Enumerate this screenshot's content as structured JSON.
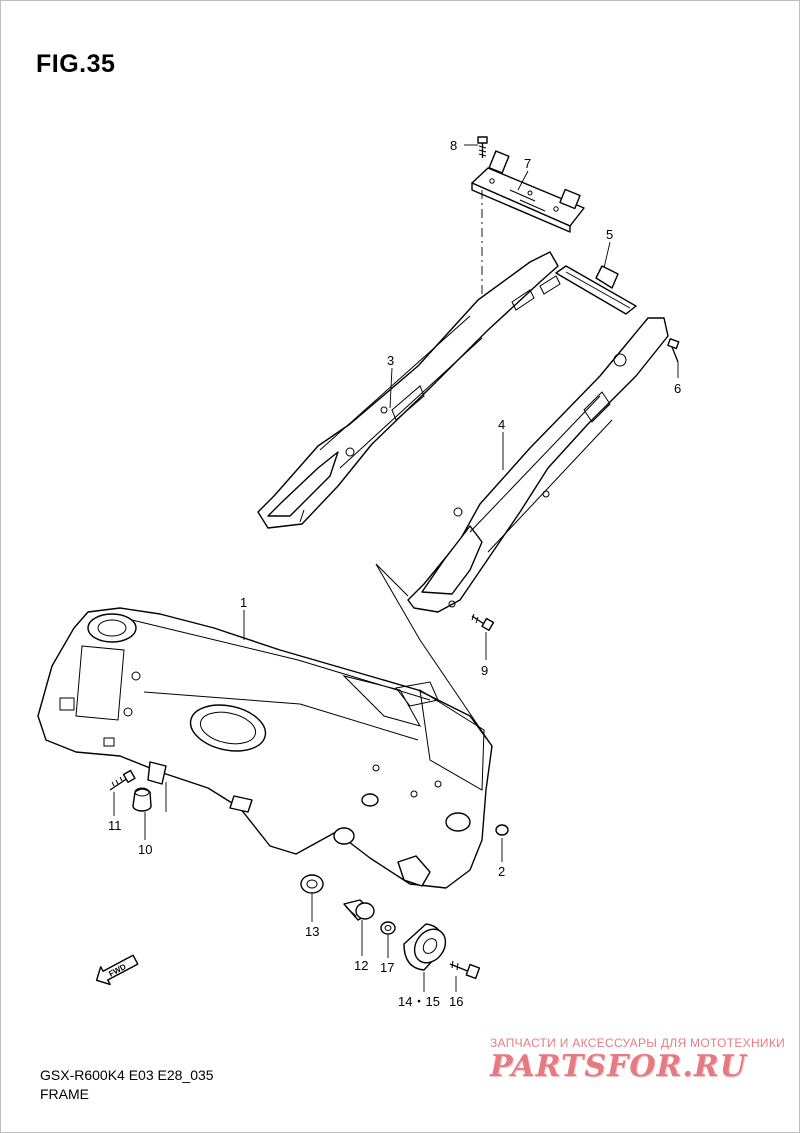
{
  "figure": {
    "title": "FIG.35",
    "model_code": "GSX-R600K4 E03 E28_035",
    "caption": "FRAME"
  },
  "callouts": {
    "c1": "1",
    "c2": "2",
    "c3": "3",
    "c4": "4",
    "c5": "5",
    "c6": "6",
    "c7": "7",
    "c8": "8",
    "c9": "9",
    "c10": "10",
    "c11": "11",
    "c12": "12",
    "c13": "13",
    "c14_15": "14・15",
    "c16": "16",
    "c17": "17"
  },
  "fwd_label": "FWD",
  "watermark": {
    "tagline": "ЗАПЧАСТИ И АКСЕССУАРЫ ДЛЯ МОТОТЕХНИКИ",
    "logo": "PARTSFOR.RU"
  },
  "colors": {
    "line": "#000000",
    "background": "#ffffff",
    "watermark": "#e57a83"
  }
}
